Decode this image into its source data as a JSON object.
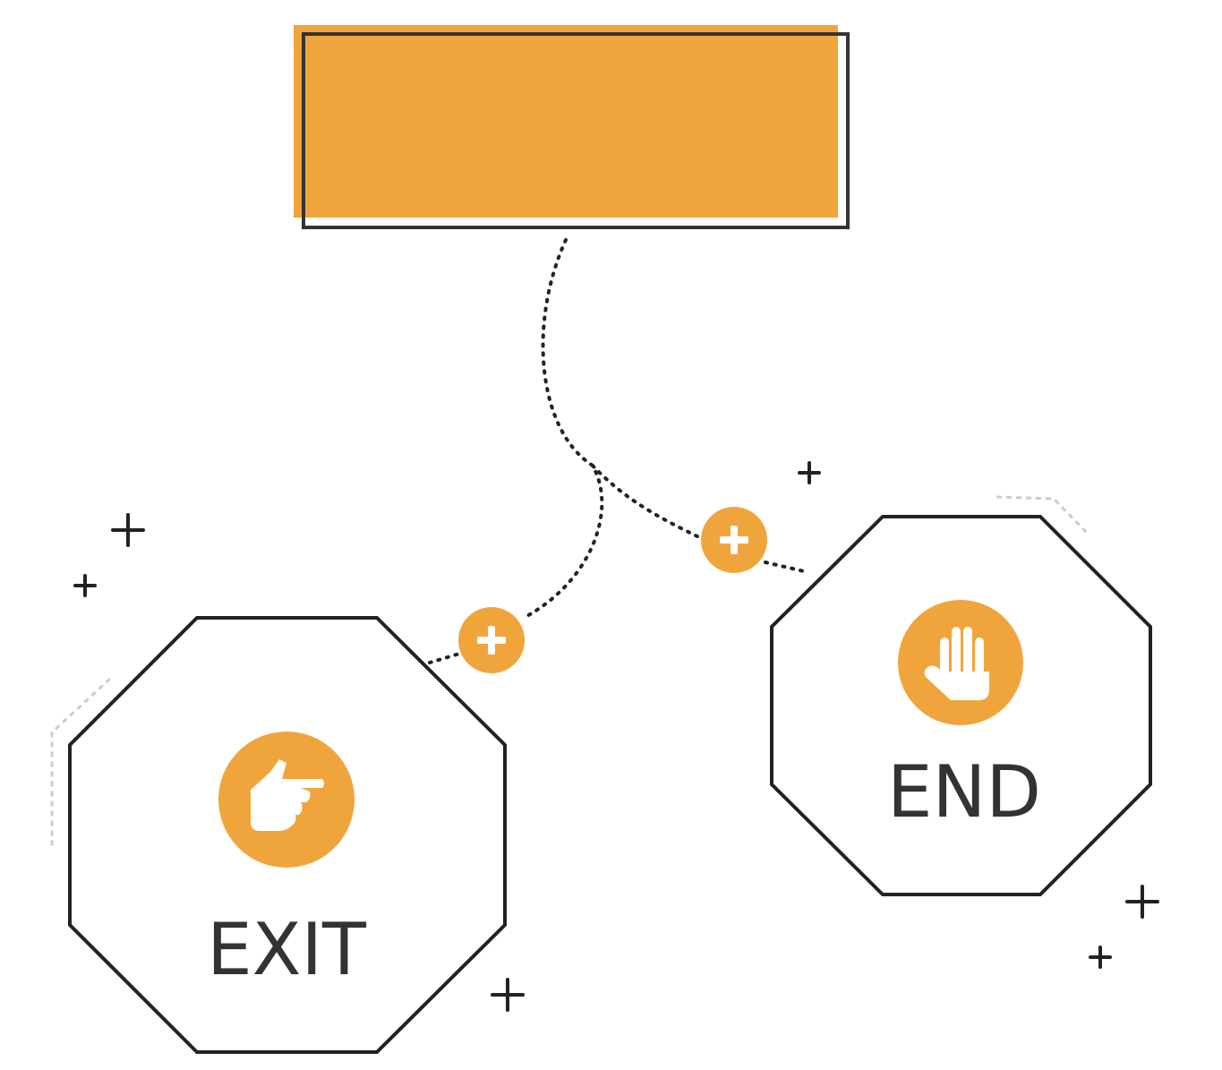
{
  "colors": {
    "accent": "#F0A53C",
    "outline": "#222222",
    "text": "#333333",
    "dashed_light": "#cccccc",
    "icon_fill": "#ffffff"
  },
  "start_box": {
    "label": ""
  },
  "nodes": [
    {
      "id": "exit",
      "label": "EXIT",
      "icon": "pointing-hand-icon"
    },
    {
      "id": "end",
      "label": "END",
      "icon": "stop-hand-icon"
    }
  ],
  "connectors": [
    {
      "from": "start-box",
      "to": "exit",
      "style": "dotted",
      "add_button_icon": "plus-icon"
    },
    {
      "from": "start-box",
      "to": "end",
      "style": "dotted",
      "add_button_icon": "plus-icon"
    }
  ],
  "decorations": {
    "icon": "plus-sign-icon"
  }
}
